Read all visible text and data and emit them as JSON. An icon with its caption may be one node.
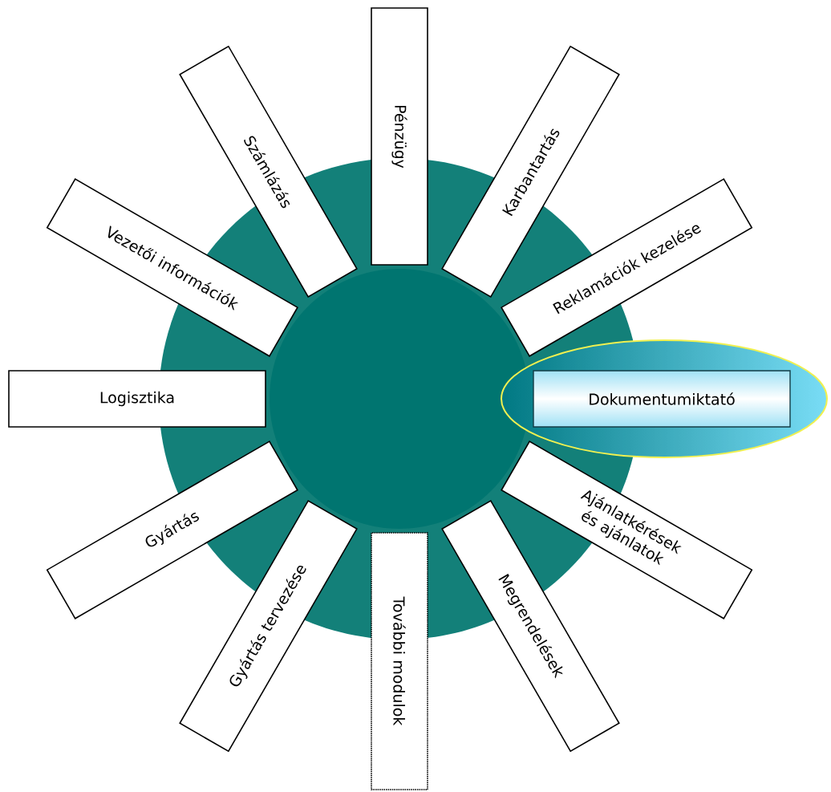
{
  "diagram": {
    "nodes": [
      {
        "text": [
          "Pénzügy"
        ]
      },
      {
        "text": [
          "Karbantartás"
        ]
      },
      {
        "text": [
          "Reklamációk kezelése"
        ]
      },
      {
        "text": [
          "Dokumentumiktató"
        ]
      },
      {
        "text": [
          "Ajánlatkérések és ajánlatok"
        ]
      },
      {
        "text": [
          "Megrendelések"
        ]
      },
      {
        "text": [
          "További modulok"
        ]
      },
      {
        "text": [
          "Gyártás tervezése"
        ]
      },
      {
        "text": [
          "Gyártás"
        ]
      },
      {
        "text": [
          "Logisztika"
        ]
      },
      {
        "text": [
          "Vezetői információk"
        ]
      },
      {
        "text": [
          "Számlázás"
        ]
      }
    ]
  }
}
